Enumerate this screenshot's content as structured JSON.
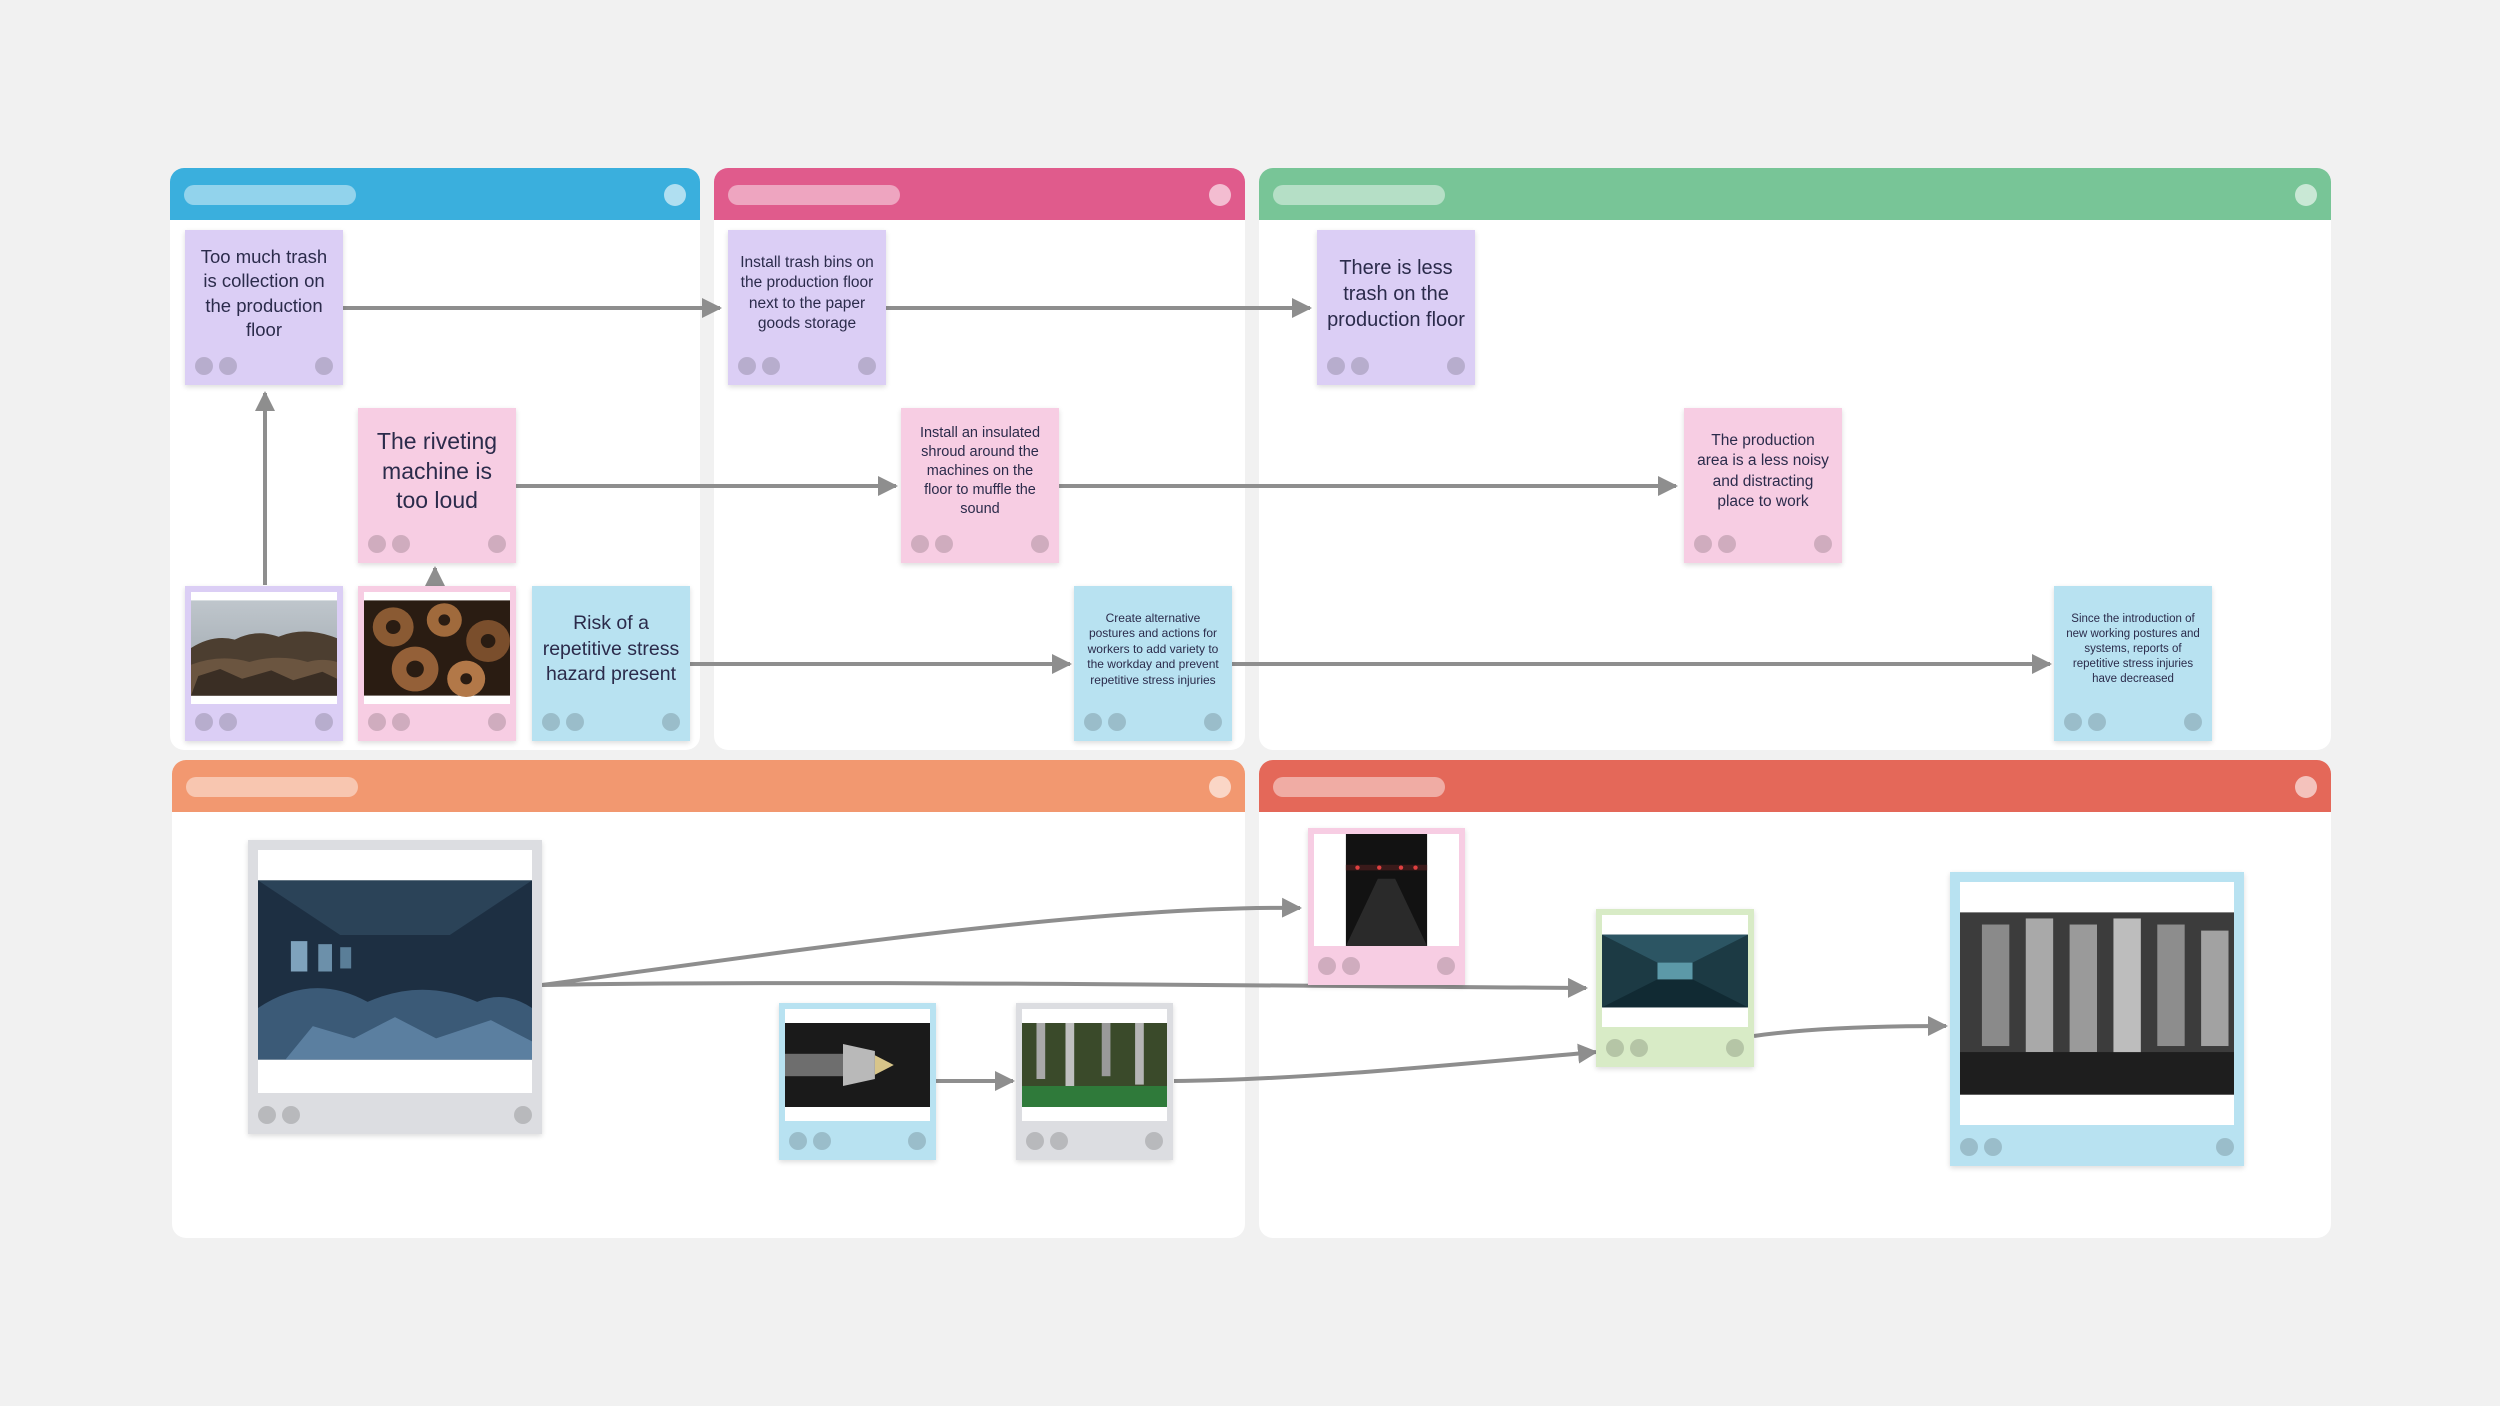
{
  "colors": {
    "frame_blue": "#3aafdd",
    "frame_pink": "#e05b8c",
    "frame_green": "#78c597",
    "frame_orange": "#f29870",
    "frame_red": "#e46859",
    "note_lavender": "#dbcef5",
    "note_pink": "#f7cde3",
    "note_blue": "#b8e2f1",
    "note_grey": "#dcdde1",
    "note_green": "#d8ebc6",
    "connector": "#8e8e8e"
  },
  "notes": {
    "trash": "Too much trash is collection on the production floor",
    "riveting": "The riveting machine is too loud",
    "stress": "Risk of a repetitive stress hazard present",
    "bins": "Install trash bins on the production floor next to the paper goods storage",
    "shroud": "Install an insulated shroud around the machines on the floor to muffle the sound",
    "postures": "Create alternative postures and actions for workers to add variety to the workday and prevent repetitive stress injuries",
    "less_trash": "There is less trash on the production floor",
    "less_noisy": "The production area is a less noisy and distracting place to work",
    "fewer_injuries": "Since the introduction of new working postures and systems, reports of repetitive stress injuries have decreased"
  },
  "images": {
    "scrap_heap": "scrap-heap-photo",
    "gears": "gears-photo",
    "ruined_room": "ruined-room-photo",
    "drill_bit": "drill-bit-photo",
    "bottling_machine": "bottling-machine-photo",
    "dark_corridor": "dark-corridor-photo",
    "tunnel": "tunnel-photo",
    "engine": "engine-photo"
  }
}
